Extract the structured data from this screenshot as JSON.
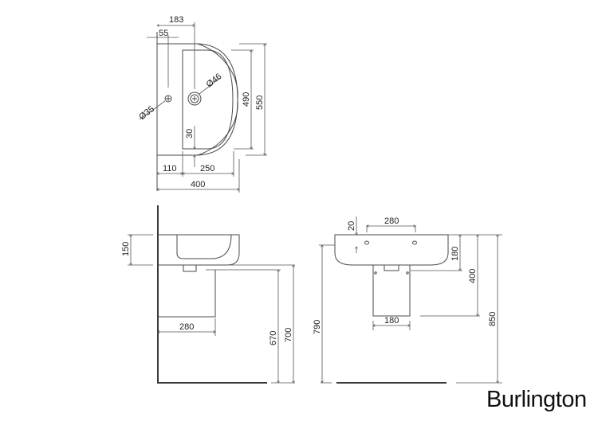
{
  "brand": {
    "name": "Burlington"
  },
  "plan_view": {
    "dims": {
      "tap_to_waste": "183",
      "tap_offset": "55",
      "waste_dia": "Ø46",
      "tap_dia": "Ø35",
      "bowl_depth": "490",
      "overall_depth": "550",
      "rim_to_bowl": "30",
      "left_to_bowl": "110",
      "bowl_width": "250",
      "overall_width": "400"
    }
  },
  "side_view": {
    "dims": {
      "basin_height": "150",
      "pedestal_depth": "280",
      "pedestal_height": "670",
      "rim_height": "700"
    }
  },
  "front_view": {
    "dims": {
      "fixing_offset": "20",
      "fixing_spacing": "280",
      "rim_to_fixing": "180",
      "basin_to_floor_pedestal": "400",
      "supply_height": "790",
      "overall_height": "850",
      "pedestal_width": "180"
    }
  }
}
